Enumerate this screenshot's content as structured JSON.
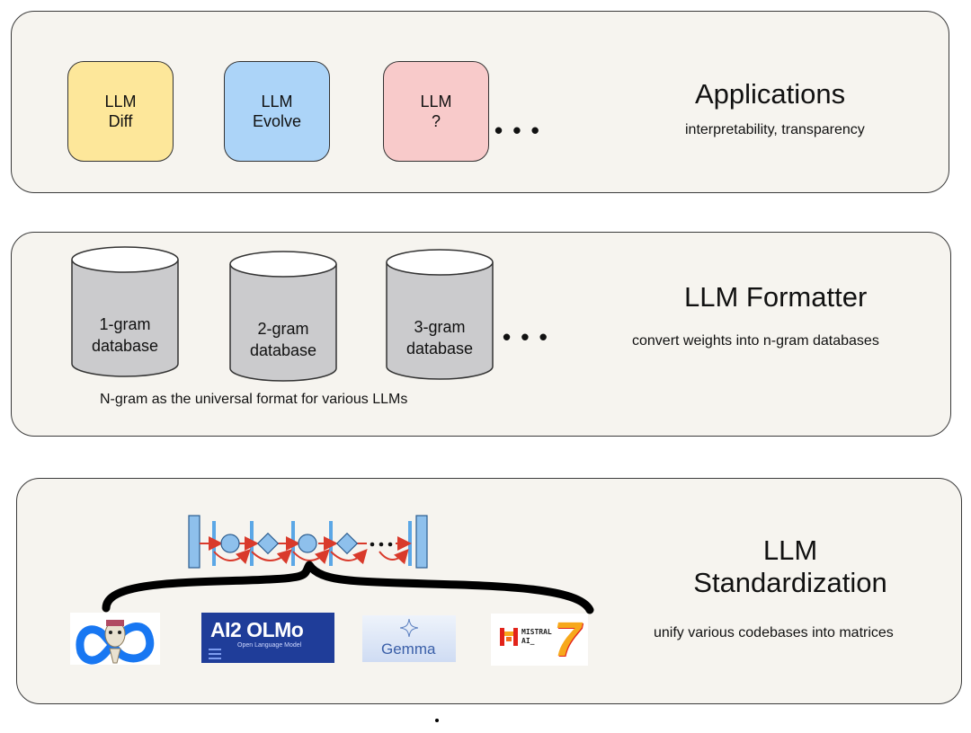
{
  "applications": {
    "title": "Applications",
    "subtitle": "interpretability, transparency",
    "boxes": [
      {
        "label": "LLM\nDiff",
        "color": "#fde79a"
      },
      {
        "label": "LLM\nEvolve",
        "color": "#acd4f8"
      },
      {
        "label": "LLM\n?",
        "color": "#f8caca"
      }
    ],
    "more": "• • •"
  },
  "formatter": {
    "title": "LLM Formatter",
    "subtitle": "convert weights into  n-gram databases",
    "databases": [
      {
        "label": "1-gram\ndatabase"
      },
      {
        "label": "2-gram\ndatabase"
      },
      {
        "label": "3-gram\ndatabase"
      }
    ],
    "more": "• • •",
    "caption": "N-gram as the universal format for various LLMs"
  },
  "standardization": {
    "title": "LLM\nStandardization",
    "subtitle": "unify various codebases into matrices",
    "logos": [
      {
        "name": "meta-llama-logo",
        "text": "",
        "color": "#1877f2"
      },
      {
        "name": "ai2-olmo-logo",
        "text": "AI2 OLMo",
        "subtext": "Open Language Model",
        "color": "#1f3d99"
      },
      {
        "name": "gemma-logo",
        "text": "Gemma",
        "color": "#dbe7f7"
      },
      {
        "name": "mistral-logo",
        "text": "MISTRAL\nAI_",
        "number": "7",
        "color": "#f7a81b"
      }
    ],
    "pipeline_ellipsis": "• • •"
  },
  "colors": {
    "panel_bg": "#f6f4ef",
    "cylinder": "#cbcbcd",
    "pipeline_bar": "#5ba7e6",
    "arrow": "#d93a2b"
  }
}
